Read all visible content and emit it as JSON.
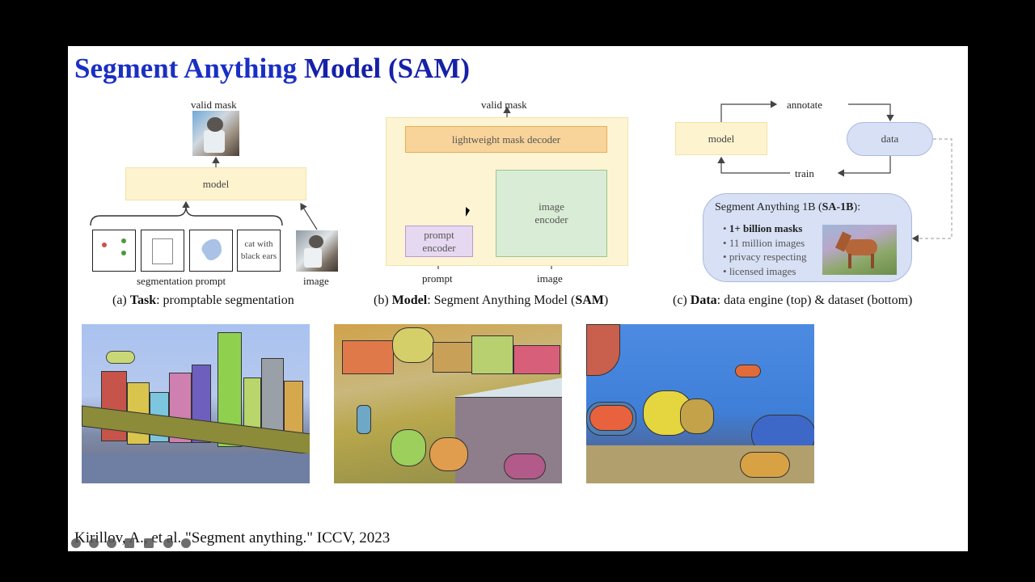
{
  "slide": {
    "title_part1": "Segment Anything",
    "title_part2": "Model (SAM)",
    "citation": "Kirillov, A., et al. \"Segment anything.\" ICCV, 2023"
  },
  "panel_a": {
    "valid_mask": "valid mask",
    "model": "model",
    "prompt_text": "cat with black ears",
    "seg_prompt": "segmentation prompt",
    "image": "image",
    "caption_prefix": "(a) ",
    "caption_bold": "Task",
    "caption_rest": ": promptable segmentation"
  },
  "panel_b": {
    "valid_mask": "valid mask",
    "decoder": "lightweight mask decoder",
    "image_encoder": "image encoder",
    "prompt_encoder": "prompt encoder",
    "prompt": "prompt",
    "image": "image",
    "caption_prefix": "(b) ",
    "caption_bold": "Model",
    "caption_mid": ": Segment Anything Model (",
    "caption_bold2": "SAM",
    "caption_end": ")"
  },
  "panel_c": {
    "annotate": "annotate",
    "model": "model",
    "data": "data",
    "train": "train",
    "dataset_title_a": "Segment Anything 1B (",
    "dataset_title_bold": "SA-1B",
    "dataset_title_b": "):",
    "bullets": [
      "1+ billion masks",
      "11 million images",
      "privacy respecting",
      "licensed images"
    ],
    "caption_prefix": "(c) ",
    "caption_bold": "Data",
    "caption_rest": ": data engine (top) & dataset (bottom)"
  },
  "colors": {
    "title_blue": "#1a2fc4",
    "model_yellow": "#fdf3cf",
    "decoder_orange": "#f8d49a",
    "encoder_green": "#d9ecd5",
    "prompt_purple": "#e6d8f0",
    "data_blue": "#d7e0f4"
  }
}
